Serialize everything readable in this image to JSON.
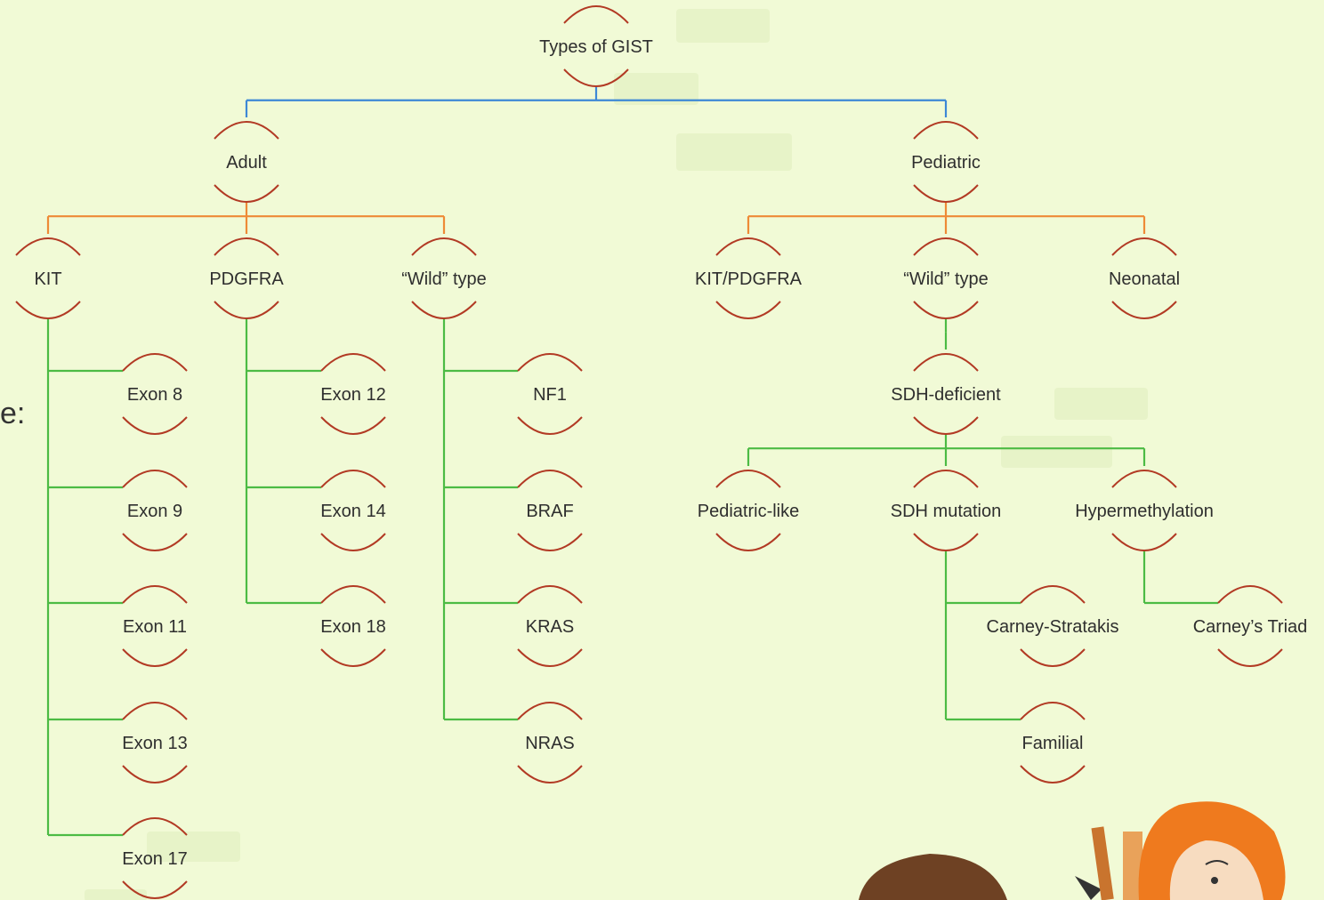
{
  "side_text": "e:",
  "colors": {
    "background": "#f1fad6",
    "root_edge": "#3d88d6",
    "level1_edge": "#ee8a36",
    "leaf_edge": "#4cbb44",
    "node_arc": "#b23a24",
    "text": "#2e2e2e"
  },
  "tree": {
    "label": "Types of GIST",
    "children": [
      {
        "label": "Adult",
        "children": [
          {
            "label": "KIT",
            "children": [
              {
                "label": "Exon 8"
              },
              {
                "label": "Exon 9"
              },
              {
                "label": "Exon 11"
              },
              {
                "label": "Exon 13"
              },
              {
                "label": "Exon 17"
              }
            ]
          },
          {
            "label": "PDGFRA",
            "children": [
              {
                "label": "Exon 12"
              },
              {
                "label": "Exon 14"
              },
              {
                "label": "Exon 18"
              }
            ]
          },
          {
            "label": "“Wild” type",
            "children": [
              {
                "label": "NF1"
              },
              {
                "label": "BRAF"
              },
              {
                "label": "KRAS"
              },
              {
                "label": "NRAS"
              }
            ]
          }
        ]
      },
      {
        "label": "Pediatric",
        "children": [
          {
            "label": "KIT/PDGFRA"
          },
          {
            "label": "“Wild” type",
            "children": [
              {
                "label": "SDH-deficient",
                "children": [
                  {
                    "label": "Pediatric-like"
                  },
                  {
                    "label": "SDH mutation",
                    "children": [
                      {
                        "label": "Carney-Stratakis"
                      },
                      {
                        "label": "Familial"
                      }
                    ]
                  },
                  {
                    "label": "Hypermethylation",
                    "children": [
                      {
                        "label": "Carney’s Triad"
                      }
                    ]
                  }
                ]
              }
            ]
          },
          {
            "label": "Neonatal"
          }
        ]
      }
    ]
  }
}
